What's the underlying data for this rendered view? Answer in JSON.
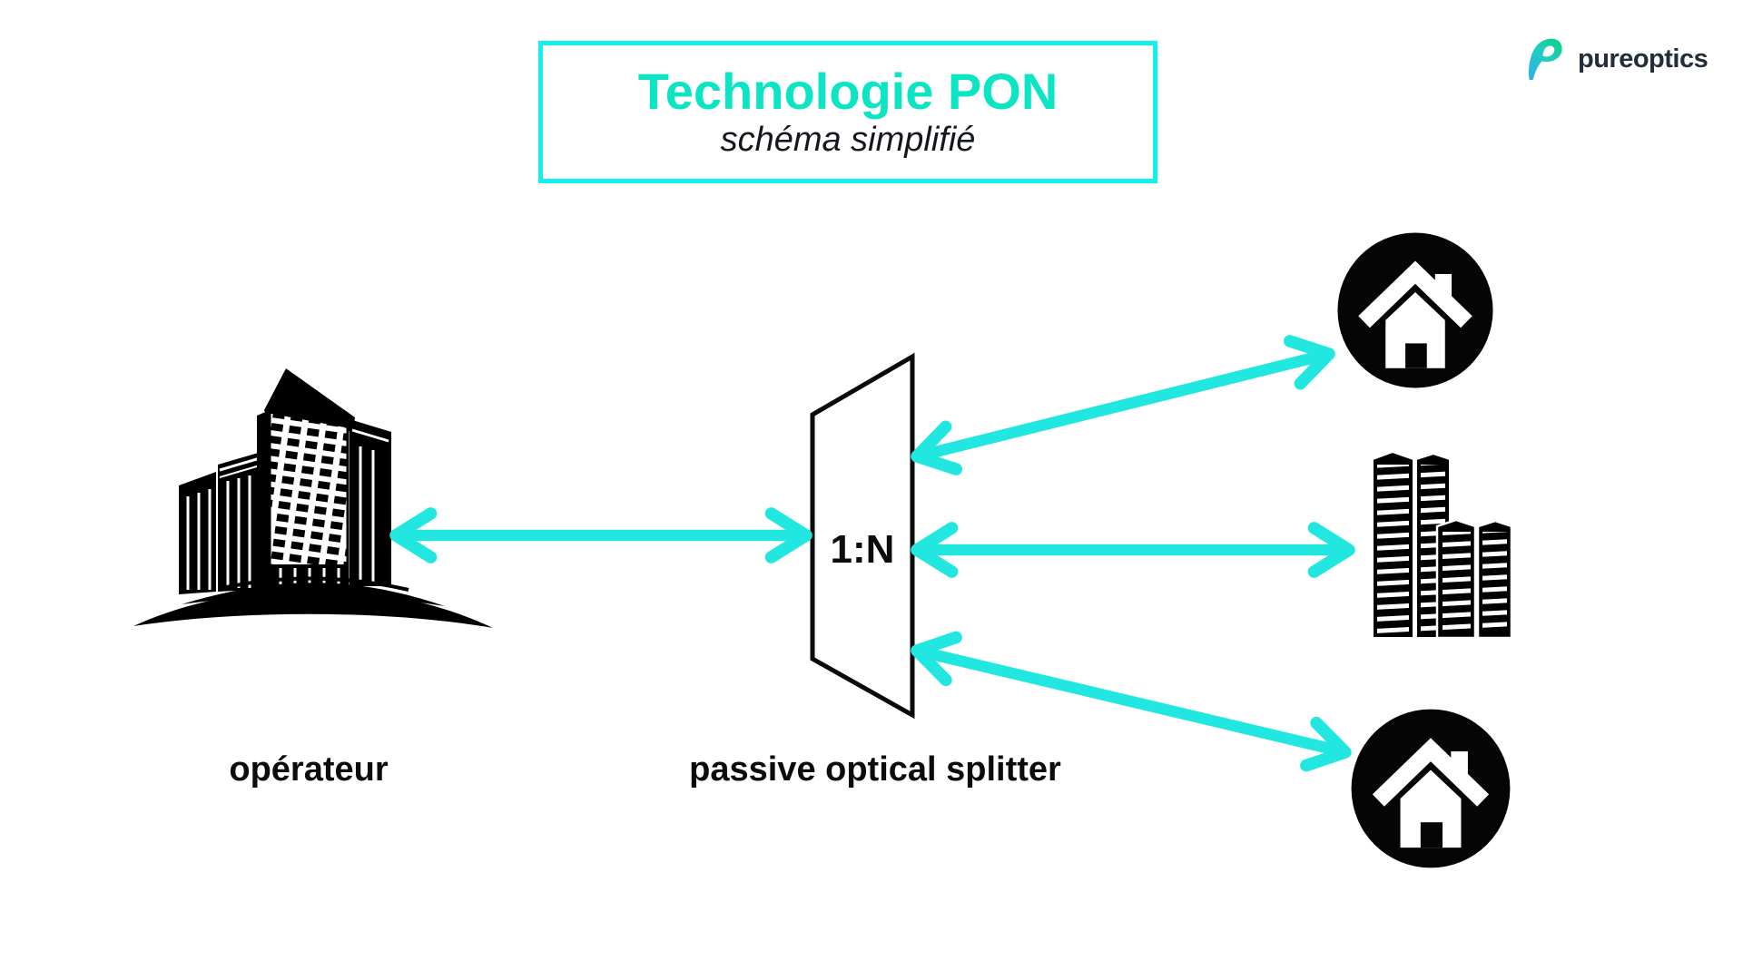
{
  "header": {
    "title": "Technologie PON",
    "subtitle": "schéma simplifié"
  },
  "logo": {
    "brand": "pureoptics",
    "icon": "pureoptics-p-icon"
  },
  "diagram": {
    "operator": {
      "label": "opérateur",
      "icon": "office-skyscrapers-icon"
    },
    "splitter": {
      "label": "passive optical splitter",
      "ratio": "1:N",
      "shape": "parallelogram"
    },
    "destinations": [
      {
        "icon": "home-circle-icon",
        "position": "top-right"
      },
      {
        "icon": "office-buildings-icon",
        "position": "middle-right"
      },
      {
        "icon": "home-circle-icon",
        "position": "bottom-right"
      }
    ],
    "links": [
      {
        "from": "operator",
        "to": "splitter",
        "style": "double-headed-arrow"
      },
      {
        "from": "splitter",
        "to": "destination-1",
        "style": "double-headed-arrow"
      },
      {
        "from": "splitter",
        "to": "destination-2",
        "style": "double-headed-arrow"
      },
      {
        "from": "splitter",
        "to": "destination-3",
        "style": "double-headed-arrow"
      }
    ]
  },
  "colors": {
    "accent_turquoise": "#0be5c4",
    "box_border_cyan": "#14f1ec",
    "arrow_cyan": "#22e7e1",
    "ink_black": "#0c0c0c",
    "brand_navy": "#232d3b",
    "brand_gradient_blue": "#2fb0e8",
    "brand_gradient_green": "#0fcf7e",
    "background": "#ffffff"
  }
}
